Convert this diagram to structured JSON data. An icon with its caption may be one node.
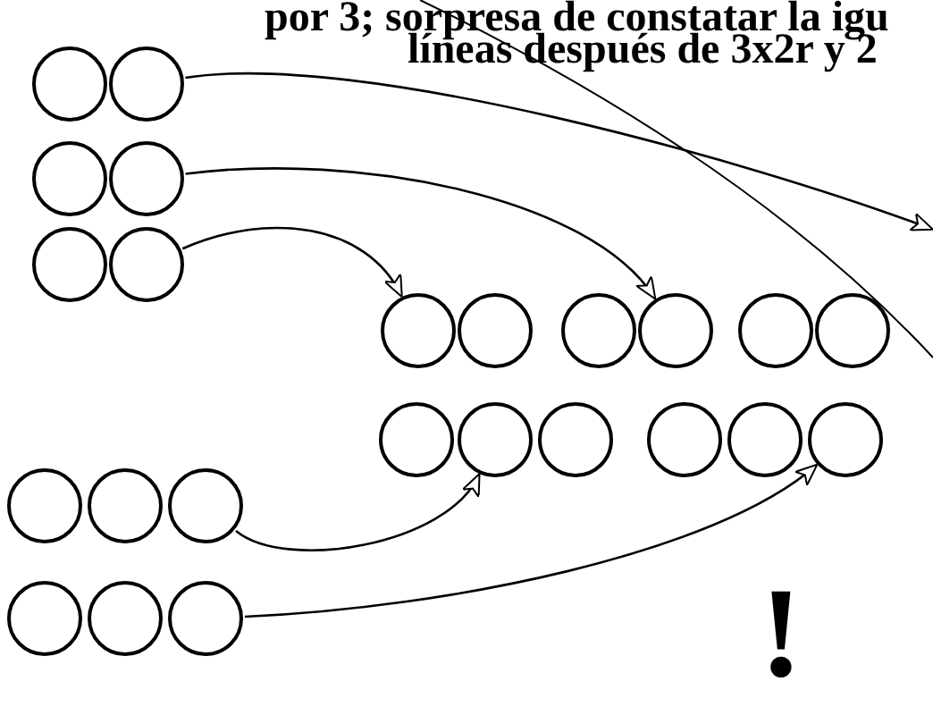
{
  "diagram": {
    "nodes": [
      {
        "text": [],
        "shape": "circle"
      },
      {
        "text": [],
        "shape": "circle"
      },
      {
        "text": [],
        "shape": "circle"
      },
      {
        "text": [],
        "shape": "circle"
      },
      {
        "text": [],
        "shape": "circle"
      },
      {
        "text": [],
        "shape": "circle"
      },
      {
        "text": [],
        "shape": "circle"
      },
      {
        "text": [],
        "shape": "circle"
      },
      {
        "text": [],
        "shape": "circle"
      },
      {
        "text": [],
        "shape": "circle"
      },
      {
        "text": [],
        "shape": "circle"
      },
      {
        "text": [],
        "shape": "circle"
      },
      {
        "text": [],
        "shape": "circle"
      },
      {
        "text": [],
        "shape": "circle"
      },
      {
        "text": [],
        "shape": "circle"
      },
      {
        "text": [],
        "shape": "circle"
      },
      {
        "text": [],
        "shape": "circle"
      },
      {
        "text": [],
        "shape": "circle"
      },
      {
        "text": [],
        "shape": "circle"
      },
      {
        "text": [],
        "shape": "circle"
      },
      {
        "text": [],
        "shape": "circle"
      },
      {
        "text": [],
        "shape": "circle"
      },
      {
        "text": [],
        "shape": "circle"
      },
      {
        "text": [],
        "shape": "circle"
      }
    ],
    "edges": [
      {
        "from": 1,
        "to": null,
        "arrow": "to"
      },
      {
        "from": 3,
        "to": 9,
        "arrow": "to"
      },
      {
        "from": 5,
        "to": 6,
        "arrow": "to"
      },
      {
        "from": 20,
        "to": 13,
        "arrow": "to"
      },
      {
        "from": 23,
        "to": 17,
        "arrow": "to"
      }
    ],
    "labels": [
      "por 3; sorpresa de constatar la igu",
      "líneas después de 3x2r y 2",
      "!"
    ]
  }
}
